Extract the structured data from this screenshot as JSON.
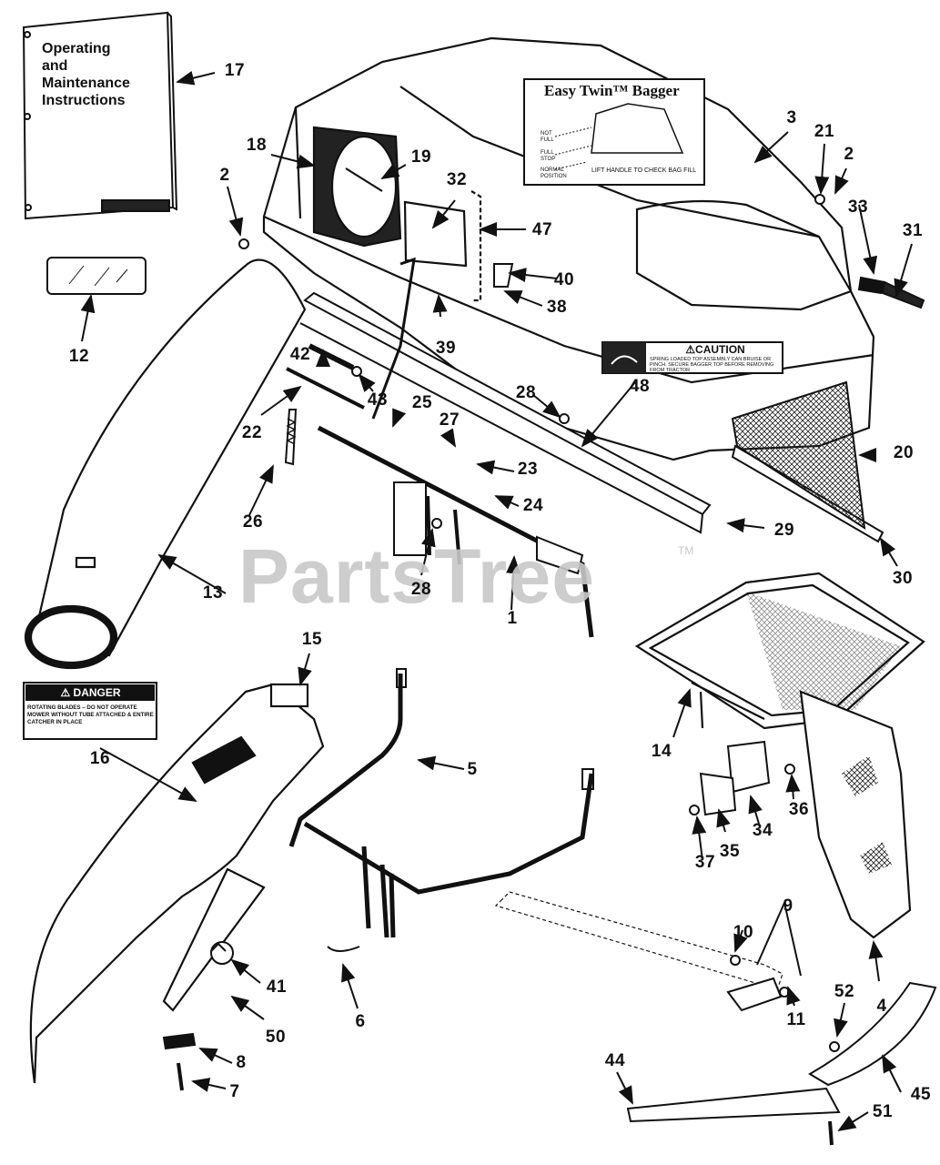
{
  "manual": {
    "title_lines": [
      "Operating",
      "and",
      "Maintenance",
      "Instructions"
    ]
  },
  "bagger_label": {
    "title": "Easy Twin™ Bagger",
    "note_not_full": "NOT\nFULL",
    "note_full_stop": "FULL\nSTOP",
    "note_normal": "NORMAL\nPOSITION",
    "instruction": "LIFT HANDLE TO CHECK BAG FILL"
  },
  "caution_label": {
    "heading": "⚠CAUTION",
    "text": "SPRING LOADED TOP ASSEMBLY CAN BRUISE OR PINCH. SECURE BAGGER TOP BEFORE REMOVING FROM TRACTOR"
  },
  "danger_label": {
    "heading": "⚠ DANGER",
    "text": "ROTATING BLADES – DO NOT OPERATE MOWER WITHOUT TUBE ATTACHED & ENTIRE CATCHER IN PLACE"
  },
  "watermark": {
    "text": "PartsTree",
    "tm": "TM"
  },
  "callouts": {
    "c1": "1",
    "c2a": "2",
    "c2b": "2",
    "c3": "3",
    "c4": "4",
    "c5": "5",
    "c6": "6",
    "c7": "7",
    "c8": "8",
    "c9": "9",
    "c10": "10",
    "c11": "11",
    "c12": "12",
    "c13": "13",
    "c14": "14",
    "c15": "15",
    "c16": "16",
    "c17": "17",
    "c18": "18",
    "c19": "19",
    "c20": "20",
    "c21": "21",
    "c22": "22",
    "c23": "23",
    "c24": "24",
    "c25": "25",
    "c26": "26",
    "c27": "27",
    "c28a": "28",
    "c28b": "28",
    "c29": "29",
    "c30": "30",
    "c31": "31",
    "c32": "32",
    "c33": "33",
    "c34": "34",
    "c35": "35",
    "c36": "36",
    "c37": "37",
    "c38": "38",
    "c39": "39",
    "c40": "40",
    "c41": "41",
    "c42": "42",
    "c43": "43",
    "c44": "44",
    "c45": "45",
    "c47": "47",
    "c48": "48",
    "c50": "50",
    "c51": "51",
    "c52": "52"
  }
}
